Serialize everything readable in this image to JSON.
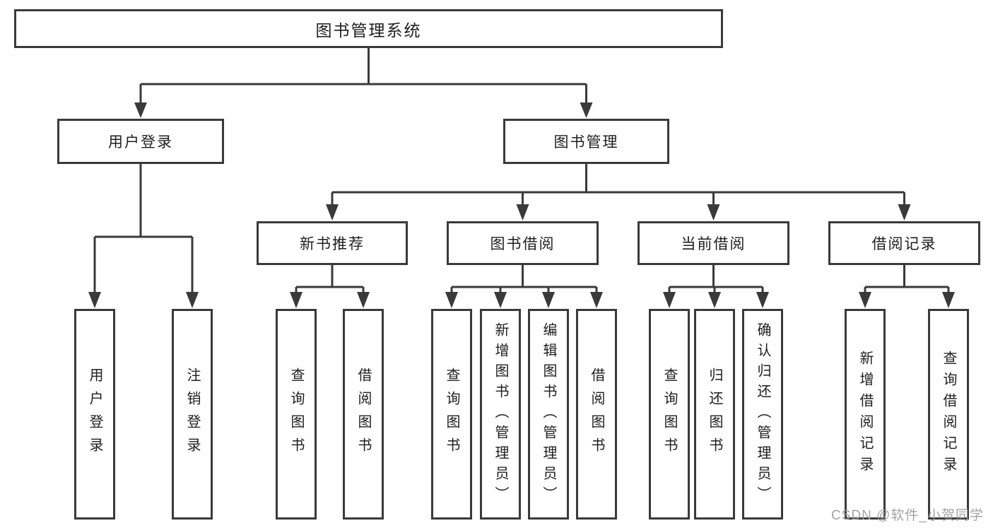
{
  "tree": {
    "root": {
      "label": "图书管理系统"
    },
    "branches": [
      {
        "label": "用户登录",
        "children": [
          {
            "label": "用户登录"
          },
          {
            "label": "注销登录"
          }
        ]
      },
      {
        "label": "图书管理",
        "children": [
          {
            "label": "新书推荐",
            "children": [
              {
                "label": "查询图书"
              },
              {
                "label": "借阅图书"
              }
            ]
          },
          {
            "label": "图书借阅",
            "children": [
              {
                "label": "查询图书"
              },
              {
                "label": "新增图书（管理员）"
              },
              {
                "label": "编辑图书（管理员）"
              },
              {
                "label": "借阅图书"
              }
            ]
          },
          {
            "label": "当前借阅",
            "children": [
              {
                "label": "查询图书"
              },
              {
                "label": "归还图书"
              },
              {
                "label": "确认归还（管理员）"
              }
            ]
          },
          {
            "label": "借阅记录",
            "children": [
              {
                "label": "新增借阅记录"
              },
              {
                "label": "查询借阅记录"
              }
            ]
          }
        ]
      }
    ]
  },
  "watermark": {
    "text": "CSDN @软件_小贺同学"
  },
  "colors": {
    "line": "#3a3a3a",
    "text": "#1e1e1e",
    "background": "#ffffff",
    "watermark": "#9b9b9b"
  }
}
